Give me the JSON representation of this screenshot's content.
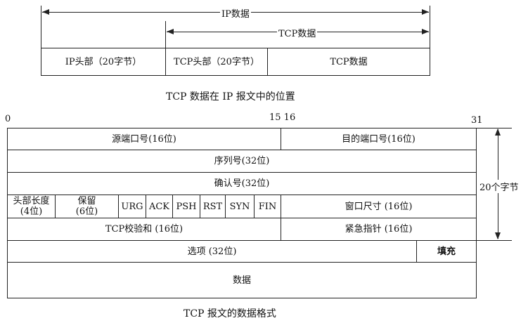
{
  "ip_diagram": {
    "ip_data_label": "IP数据",
    "tcp_data_label": "TCP数据",
    "cells": {
      "ip_header": "IP头部（20字节）",
      "tcp_header": "TCP头部（20字节）",
      "tcp_data": "TCP数据"
    },
    "caption": "TCP 数据在 IP 报文中的位置"
  },
  "tcp_format": {
    "bit_labels": {
      "start": "0",
      "mid": "15 16",
      "end": "31"
    },
    "rows": {
      "src_port": "源端口号(16位)",
      "dst_port": "目的端口号(16位)",
      "seq": "序列号(32位)",
      "ack_num": "确认号(32位)",
      "header_len_l1": "头部长度",
      "header_len_l2": "(4位)",
      "reserved_l1": "保留",
      "reserved_l2": "(6位)",
      "flags": [
        "URG",
        "ACK",
        "PSH",
        "RST",
        "SYN",
        "FIN"
      ],
      "window": "窗口尺寸 (16位)",
      "checksum": "TCP校验和 (16位)",
      "urgent": "紧急指针 (16位)",
      "options": "选项 (32位)",
      "padding": "填充",
      "data": "数据"
    },
    "side_label": "20个字节",
    "caption": "TCP 报文的数据格式"
  }
}
